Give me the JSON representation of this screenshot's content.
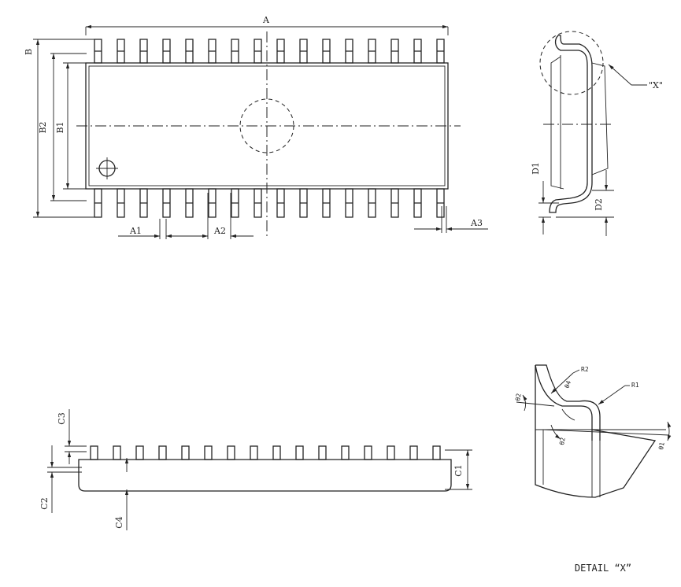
{
  "labels": {
    "A": "A",
    "B": "B",
    "B1": "B1",
    "B2": "B2",
    "A1": "A1",
    "A2": "A2",
    "A3": "A3",
    "D1": "D1",
    "D2": "D2",
    "X": "\"X\"",
    "C1": "C1",
    "C2": "C2",
    "C3": "C3",
    "C4": "C4",
    "R1": "R1",
    "R2": "R2",
    "theta1": "θ1",
    "theta2a": "θ2",
    "theta2b": "θ2",
    "theta4": "θ4"
  },
  "detail_title": "DETAIL “X”",
  "pin_count_per_side": 16
}
